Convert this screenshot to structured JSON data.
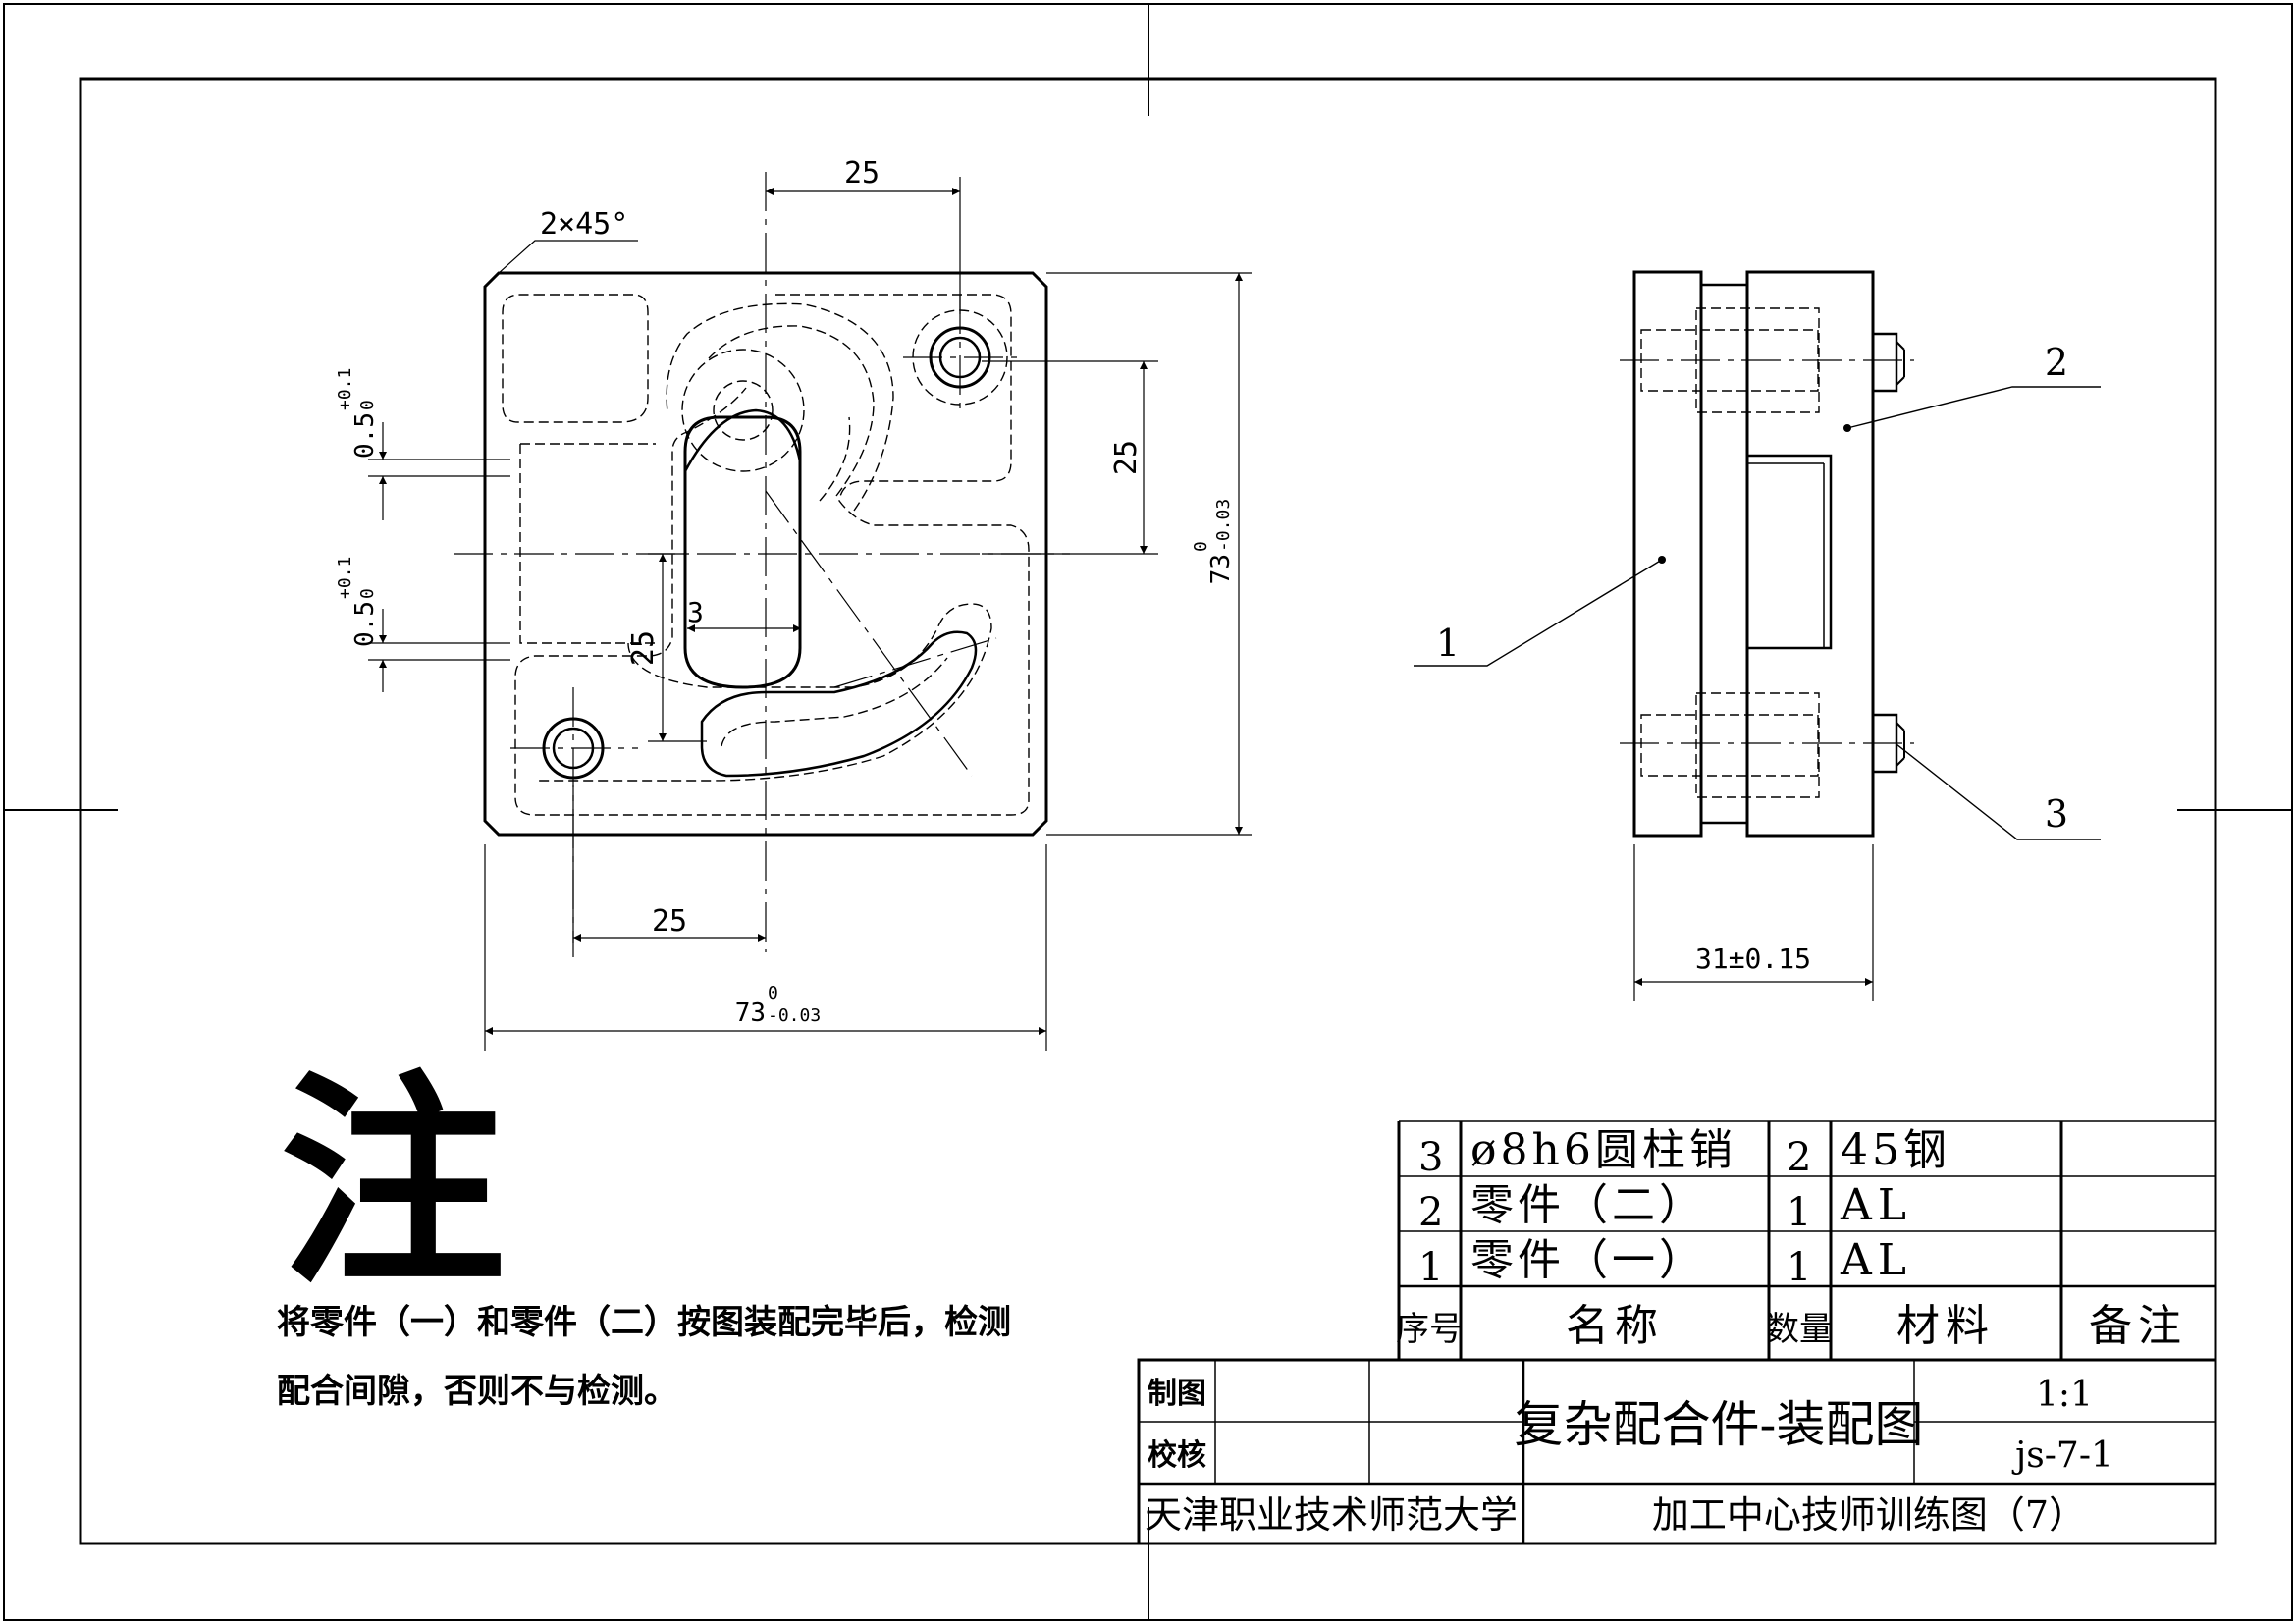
{
  "dims": {
    "chamfer": "2×45°",
    "top": "25",
    "bottom": "25",
    "right_vertical": "25",
    "slot_height": "25",
    "slot_width": "3",
    "height_main": "73",
    "height_tol_upper": "0",
    "height_tol_lower": "-0.03",
    "width_main": "73",
    "width_tol_upper": "0",
    "width_tol_lower": "-0.03",
    "gap_main": "0.5",
    "gap_tol_upper": "+0.1",
    "gap_tol_lower": "0",
    "side_thickness": "31±0.15"
  },
  "balloons": [
    "1",
    "2",
    "3"
  ],
  "note": {
    "heading": "注",
    "line1": "将零件（一）和零件（二）按图装配完毕后，检测",
    "line2": "配合间隙，否则不与检测。"
  },
  "bom": {
    "rows": [
      {
        "no": "3",
        "name": "ø8h6圆柱销",
        "qty": "2",
        "material": "45钢",
        "remark": ""
      },
      {
        "no": "2",
        "name": "零件（二）",
        "qty": "1",
        "material": "AL",
        "remark": ""
      },
      {
        "no": "1",
        "name": "零件（一）",
        "qty": "1",
        "material": "AL",
        "remark": ""
      }
    ],
    "headers": {
      "no": "序号",
      "name": "名称",
      "qty": "数量",
      "material": "材料",
      "remark": "备注"
    }
  },
  "title_block": {
    "drawn_label": "制图",
    "checked_label": "校核",
    "title": "复杂配合件-装配图",
    "scale": "1:1",
    "drawing_no": "js-7-1",
    "school": "天津职业技术师范大学",
    "series": "加工中心技师训练图（7）"
  }
}
